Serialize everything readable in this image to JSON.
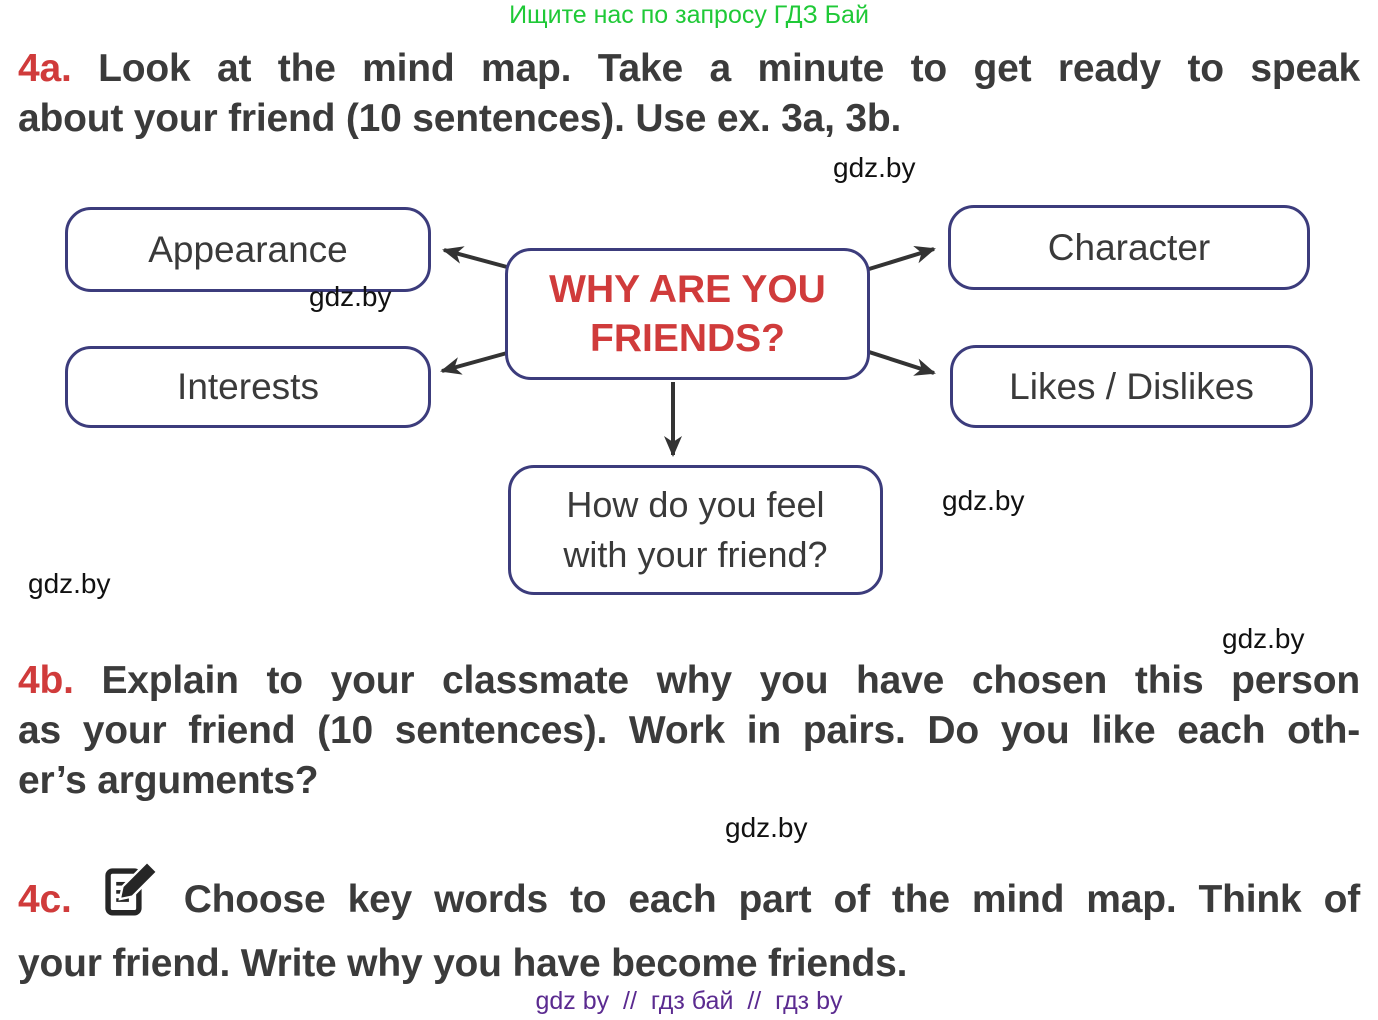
{
  "colors": {
    "accent_red": "#d03b3b",
    "body_text": "#3b3b3b",
    "promo_green": "#1fc937",
    "footer_purple": "#5b2b90",
    "box_border": "#3c3c7c",
    "arrow": "#333333"
  },
  "promo": {
    "text": "Ищите нас по запросу ГДЗ Бай"
  },
  "watermark": {
    "text": "gdz.by"
  },
  "ex4a": {
    "num": "4a.",
    "lines": [
      "Look at the mind map. Take a minute to get ready to speak",
      "about your friend (10 sentences). Use ex. 3a, 3b."
    ]
  },
  "mindmap": {
    "center": {
      "lines": [
        "WHY ARE YOU",
        "FRIENDS?"
      ]
    },
    "appearance": {
      "label": "Appearance"
    },
    "character": {
      "label": "Character"
    },
    "interests": {
      "label": "Interests"
    },
    "likes_dislikes": {
      "label": "Likes / Dislikes"
    },
    "feelings": {
      "lines": [
        "How do you feel",
        "with your friend?"
      ]
    }
  },
  "ex4b": {
    "num": "4b.",
    "lines": [
      "Explain to your classmate why you have chosen this person",
      "as your friend (10 sentences). Work in pairs. Do you like each oth-",
      "er’s arguments?"
    ]
  },
  "ex4c": {
    "num": "4c.",
    "icon": "writing-notepad-pen-icon",
    "lines": [
      "Choose key words to each part of the mind map. Think of",
      "your friend. Write why you have become friends."
    ]
  },
  "footer": {
    "text": "gdz by  //  гдз бай  //  гдз by"
  }
}
